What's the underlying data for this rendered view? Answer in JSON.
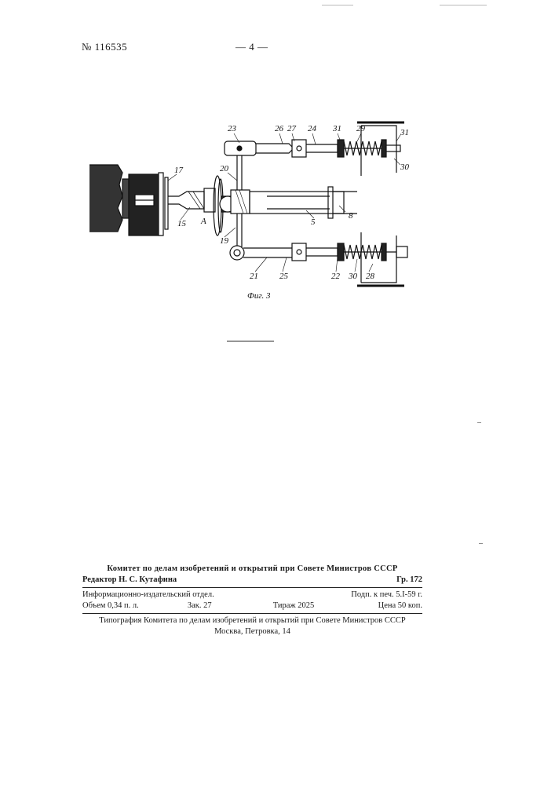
{
  "header": {
    "patent_number": "№ 116535",
    "page_number": "— 4 —"
  },
  "figure": {
    "caption": "Фиг. 3",
    "labels": {
      "l23": "23",
      "l26": "26",
      "l27": "27",
      "l24": "24",
      "l31a": "31",
      "l29": "29",
      "l31b": "31",
      "l30a": "30",
      "l17": "17",
      "l20": "20",
      "l5": "5",
      "l8": "8",
      "l15": "15",
      "lA": "A",
      "l19": "19",
      "l21": "21",
      "l25": "25",
      "l22": "22",
      "l30b": "30",
      "l28": "28"
    }
  },
  "imprint": {
    "committee": "Комитет по делам изобретений и открытий при Совете Министров СССР",
    "editor": "Редактор Н. С. Кутафина",
    "group": "Гр. 172",
    "department": "Информационно-издательский отдел.",
    "signed": "Подп. к печ. 5.I-59 г.",
    "volume": "Объем 0,34 п. л.",
    "order": "Зак. 27",
    "print_run": "Тираж 2025",
    "price": "Цена 50 коп.",
    "printing_house": "Типография Комитета по делам изобретений и открытий при Совете Министров СССР",
    "address": "Москва, Петровка, 14"
  }
}
